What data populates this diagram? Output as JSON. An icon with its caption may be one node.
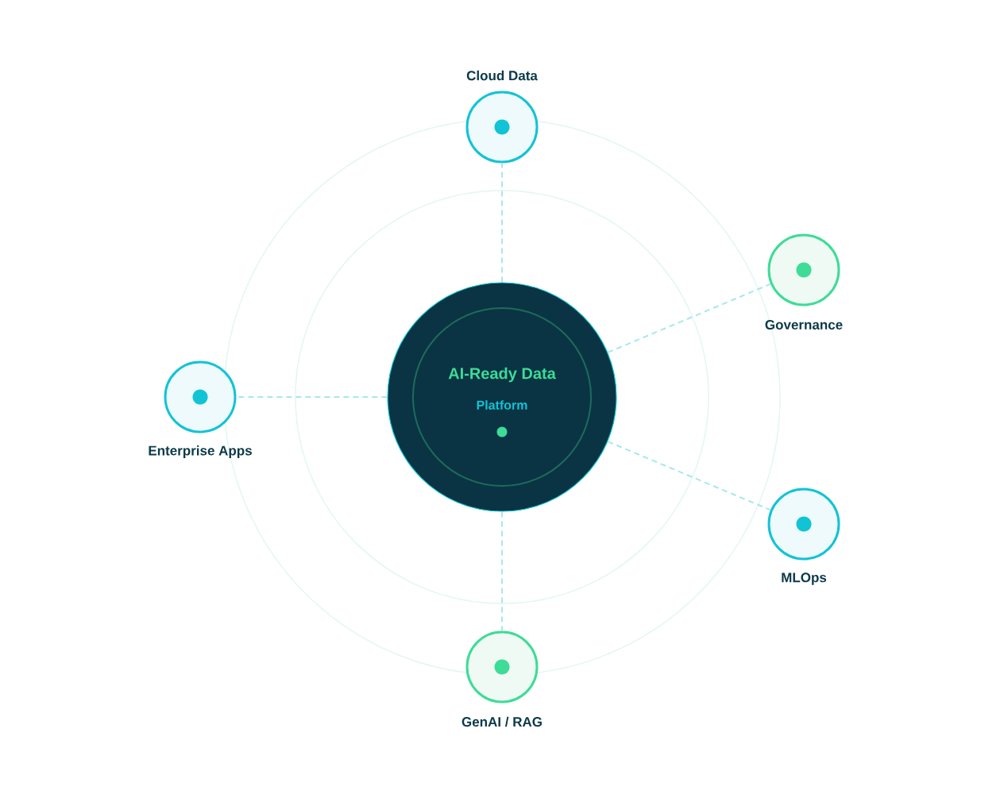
{
  "diagram": {
    "nodes": [
      {
        "text": [
          "AI-Ready Data",
          "Platform"
        ]
      },
      {
        "text": [
          "Cloud Data"
        ]
      },
      {
        "text": [
          "Governance"
        ]
      },
      {
        "text": [
          "Enterprise Apps"
        ]
      },
      {
        "text": [
          "MLOps"
        ]
      },
      {
        "text": [
          "GenAI / RAG"
        ]
      }
    ],
    "edges": [
      {
        "from": 0,
        "to": 1,
        "arrow": "none",
        "style": "dashed"
      },
      {
        "from": 0,
        "to": 2,
        "arrow": "none",
        "style": "dashed"
      },
      {
        "from": 0,
        "to": 3,
        "arrow": "none",
        "style": "dashed"
      },
      {
        "from": 0,
        "to": 4,
        "arrow": "none",
        "style": "dashed"
      },
      {
        "from": 0,
        "to": 5,
        "arrow": "none",
        "style": "dashed"
      }
    ]
  }
}
